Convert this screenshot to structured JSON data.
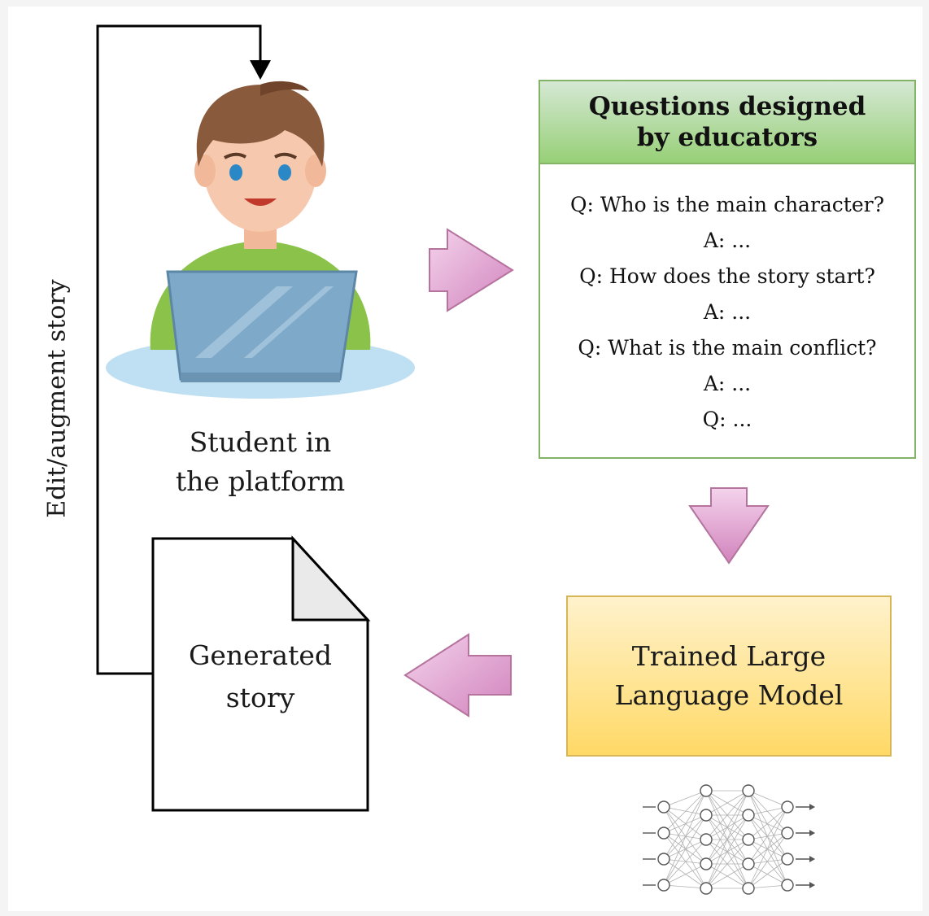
{
  "student": {
    "caption_line1": "Student in",
    "caption_line2": "the platform"
  },
  "feedback_loop": {
    "label": "Edit/augment story"
  },
  "questions_box": {
    "title_line1": "Questions designed",
    "title_line2": "by educators",
    "lines": [
      "Q: Who is the main character?",
      "A: ...",
      "Q: How does the story start?",
      "A: ...",
      "Q: What is the main conflict?",
      "A: ...",
      "Q: ..."
    ]
  },
  "llm_box": {
    "line1": "Trained Large",
    "line2": "Language Model"
  },
  "story_doc": {
    "line1": "Generated",
    "line2": "story"
  },
  "colors": {
    "questions_fill": "#97d077",
    "questions_border": "#82b366",
    "llm_fill": "#ffd966",
    "llm_border": "#d6b656",
    "arrow_fill": "#e6a8d7",
    "arrow_border": "#b5739d"
  }
}
